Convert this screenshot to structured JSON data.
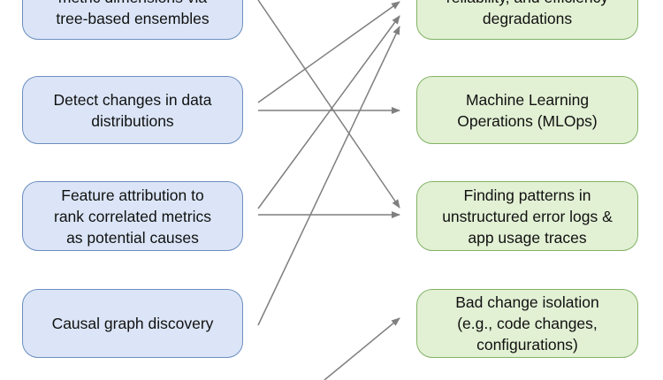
{
  "diagram": {
    "colors": {
      "left_fill": "#dbe5f7",
      "left_border": "#6c8ebf",
      "right_fill": "#e2f0d4",
      "right_border": "#82b366",
      "arrow": "#7f7f7f"
    },
    "left_nodes": [
      {
        "id": "L0",
        "label": "metric dimensions via\ntree-based ensembles"
      },
      {
        "id": "L1",
        "label": "Detect changes in data\ndistributions"
      },
      {
        "id": "L2",
        "label": "Feature attribution to\nrank correlated metrics\nas potential causes"
      },
      {
        "id": "L3",
        "label": "Causal graph discovery"
      }
    ],
    "right_nodes": [
      {
        "id": "R0",
        "label": "reliability, and efficiency\ndegradations"
      },
      {
        "id": "R1",
        "label": "Machine Learning\nOperations (MLOps)"
      },
      {
        "id": "R2",
        "label": "Finding patterns in\nunstructured error logs &\napp usage traces"
      },
      {
        "id": "R3",
        "label": "Bad change isolation\n(e.g., code changes,\nconfigurations)"
      }
    ],
    "edges": [
      {
        "from": "L0",
        "to": "R2"
      },
      {
        "from": "L1",
        "to": "R0"
      },
      {
        "from": "L1",
        "to": "R1"
      },
      {
        "from": "L2",
        "to": "R0"
      },
      {
        "from": "L2",
        "to": "R2"
      },
      {
        "from": "L3",
        "to": "R0"
      },
      {
        "from": "offscreen",
        "to": "R3"
      }
    ]
  }
}
